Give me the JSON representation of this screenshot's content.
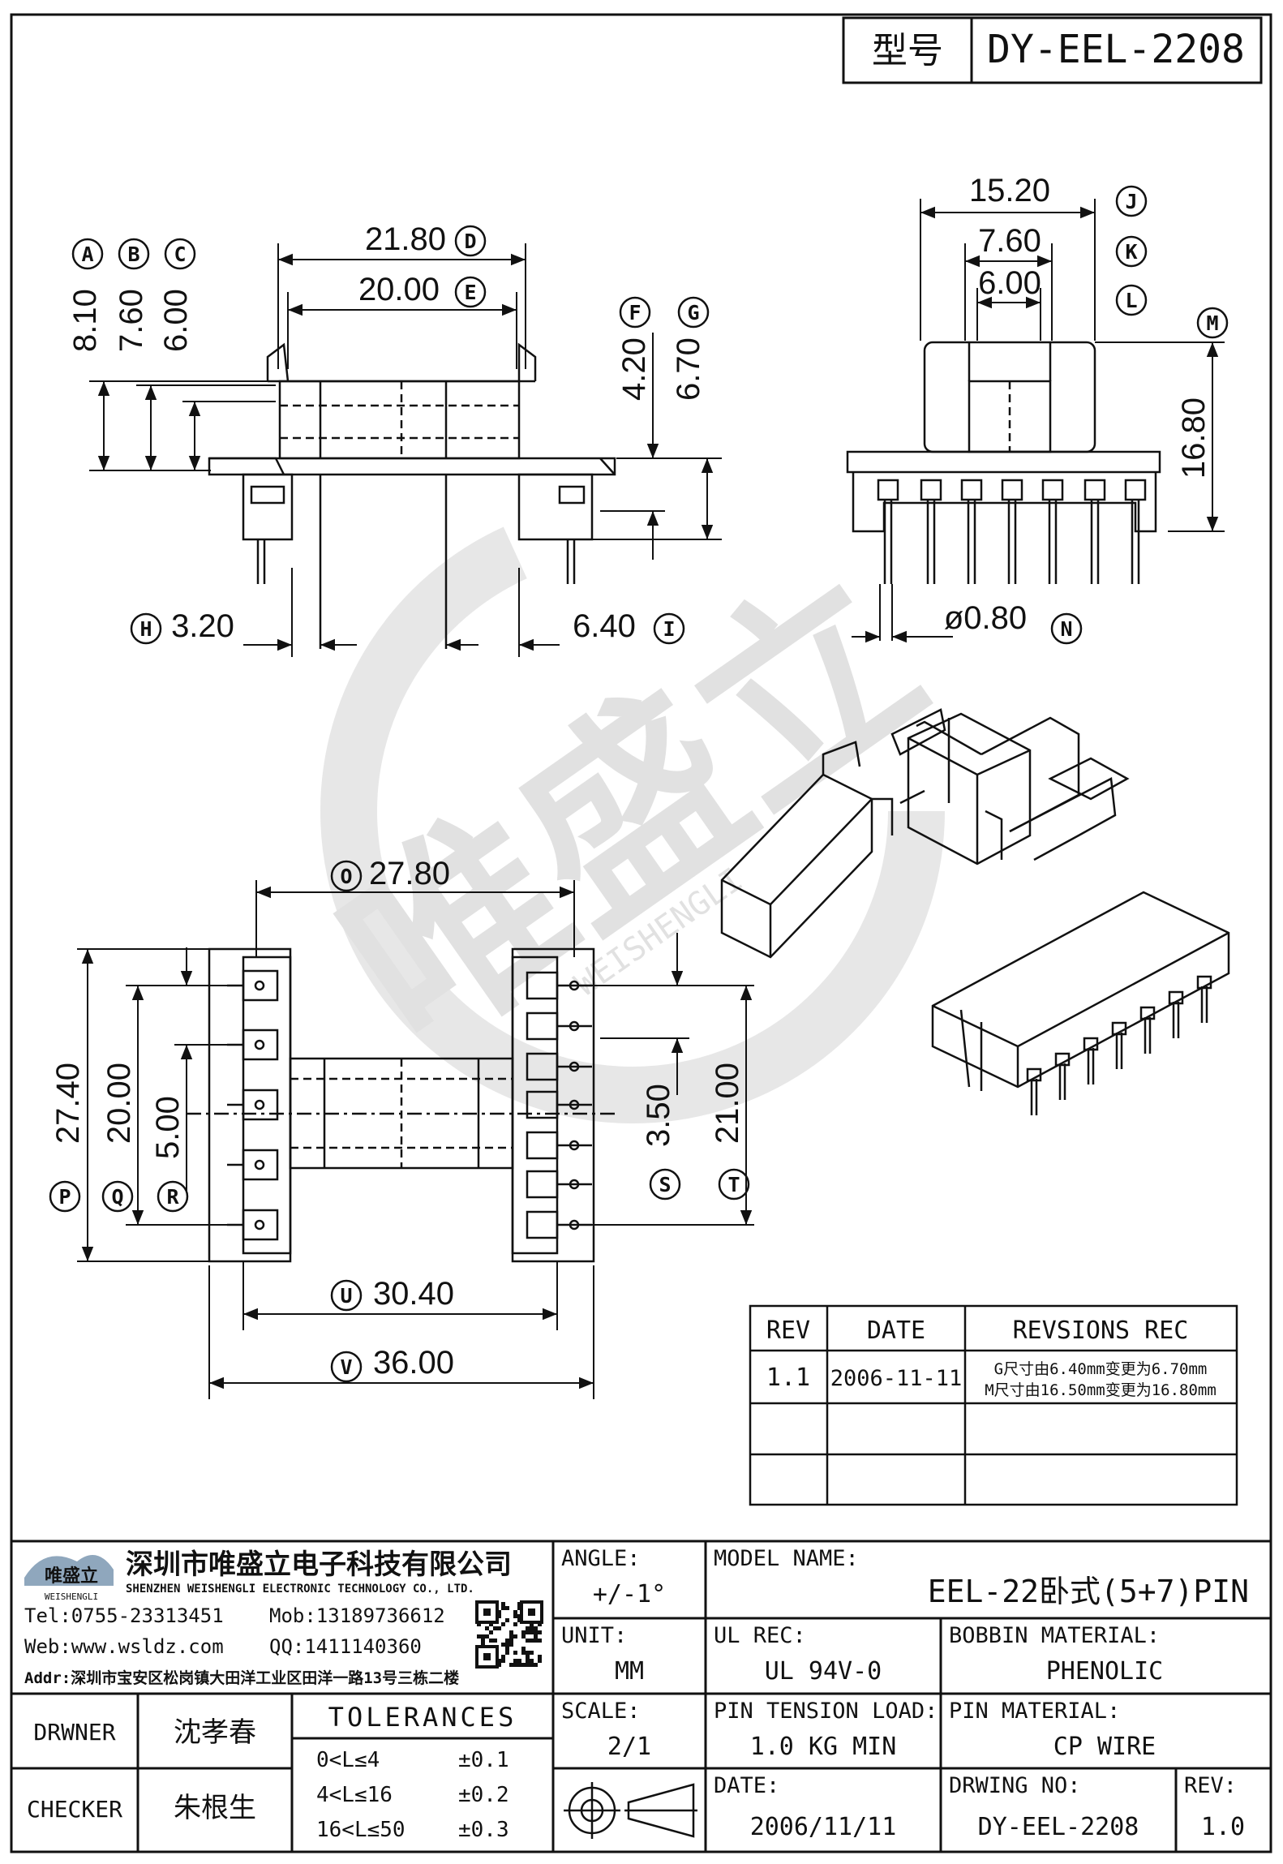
{
  "title_block": {
    "model_label": "型号",
    "model_value": "DY-EEL-2208"
  },
  "dimensions": {
    "top_left": {
      "A": "8.10",
      "B": "7.60",
      "C": "6.00",
      "D": "21.80",
      "E": "20.00",
      "F": "4.20",
      "G": "6.70",
      "H": "3.20",
      "I": "6.40"
    },
    "top_right": {
      "J": "15.20",
      "K": "7.60",
      "L": "6.00",
      "M": "16.80",
      "N": "ø0.80"
    },
    "bottom": {
      "O": "27.80",
      "P": "27.40",
      "Q": "20.00",
      "R": "5.00",
      "S": "3.50",
      "T": "21.00",
      "U": "30.40",
      "V": "36.00"
    },
    "circle_letters": [
      "A",
      "B",
      "C",
      "D",
      "E",
      "F",
      "G",
      "H",
      "I",
      "J",
      "K",
      "L",
      "M",
      "N",
      "O",
      "P",
      "Q",
      "R",
      "S",
      "T",
      "U",
      "V"
    ]
  },
  "revision_table": {
    "headers": [
      "REV",
      "DATE",
      "REVSIONS REC"
    ],
    "rows": [
      {
        "rev": "1.1",
        "date": "2006-11-11",
        "rec1": "G尺寸由6.40mm变更为6.70mm",
        "rec2": "M尺寸由16.50mm变更为16.80mm"
      },
      {
        "rev": "",
        "date": "",
        "rec1": "",
        "rec2": ""
      },
      {
        "rev": "",
        "date": "",
        "rec1": "",
        "rec2": ""
      }
    ]
  },
  "company": {
    "logo_text": "唯盛立",
    "logo_sub": "WEISHENGLI",
    "name_cn": "深圳市唯盛立电子科技有限公司",
    "name_en": "SHENZHEN WEISHENGLI ELECTRONIC TECHNOLOGY CO., LTD.",
    "tel": "Tel:0755-23313451",
    "mob": "Mob:13189736612",
    "web": "Web:www.wsldz.com",
    "qq": "QQ:1411140360",
    "addr": "Addr:深圳市宝安区松岗镇大田洋工业区田洋一路13号三栋二楼"
  },
  "watermark": {
    "text": "唯盛立",
    "sub": "WEISHENGLI"
  },
  "info_block": {
    "angle_label": "ANGLE:",
    "angle_value": "+/-1°",
    "model_name_label": "MODEL NAME:",
    "model_name_value": "EEL-22卧式(5+7)PIN",
    "unit_label": "UNIT:",
    "unit_value": "MM",
    "ul_label": "UL REC:",
    "ul_value": "UL 94V-0",
    "bobbin_label": "BOBBIN MATERIAL:",
    "bobbin_value": "PHENOLIC",
    "scale_label": "SCALE:",
    "scale_value": "2/1",
    "pin_tension_label": "PIN TENSION LOAD:",
    "pin_tension_value": "1.0 KG MIN",
    "pin_material_label": "PIN MATERIAL:",
    "pin_material_value": "CP WIRE",
    "date_label": "DATE:",
    "date_value": "2006/11/11",
    "drawing_no_label": "DRWING NO:",
    "drawing_no_value": "DY-EEL-2208",
    "rev_label": "REV:",
    "rev_value": "1.0",
    "drawner_label": "DRWNER",
    "drawner_value": "沈孝春",
    "checker_label": "CHECKER",
    "checker_value": "朱根生",
    "tolerances_label": "TOLERANCES",
    "tolerances": [
      {
        "range": "0<L≤4",
        "tol": "±0.1"
      },
      {
        "range": "4<L≤16",
        "tol": "±0.2"
      },
      {
        "range": "16<L≤50",
        "tol": "±0.3"
      }
    ]
  }
}
